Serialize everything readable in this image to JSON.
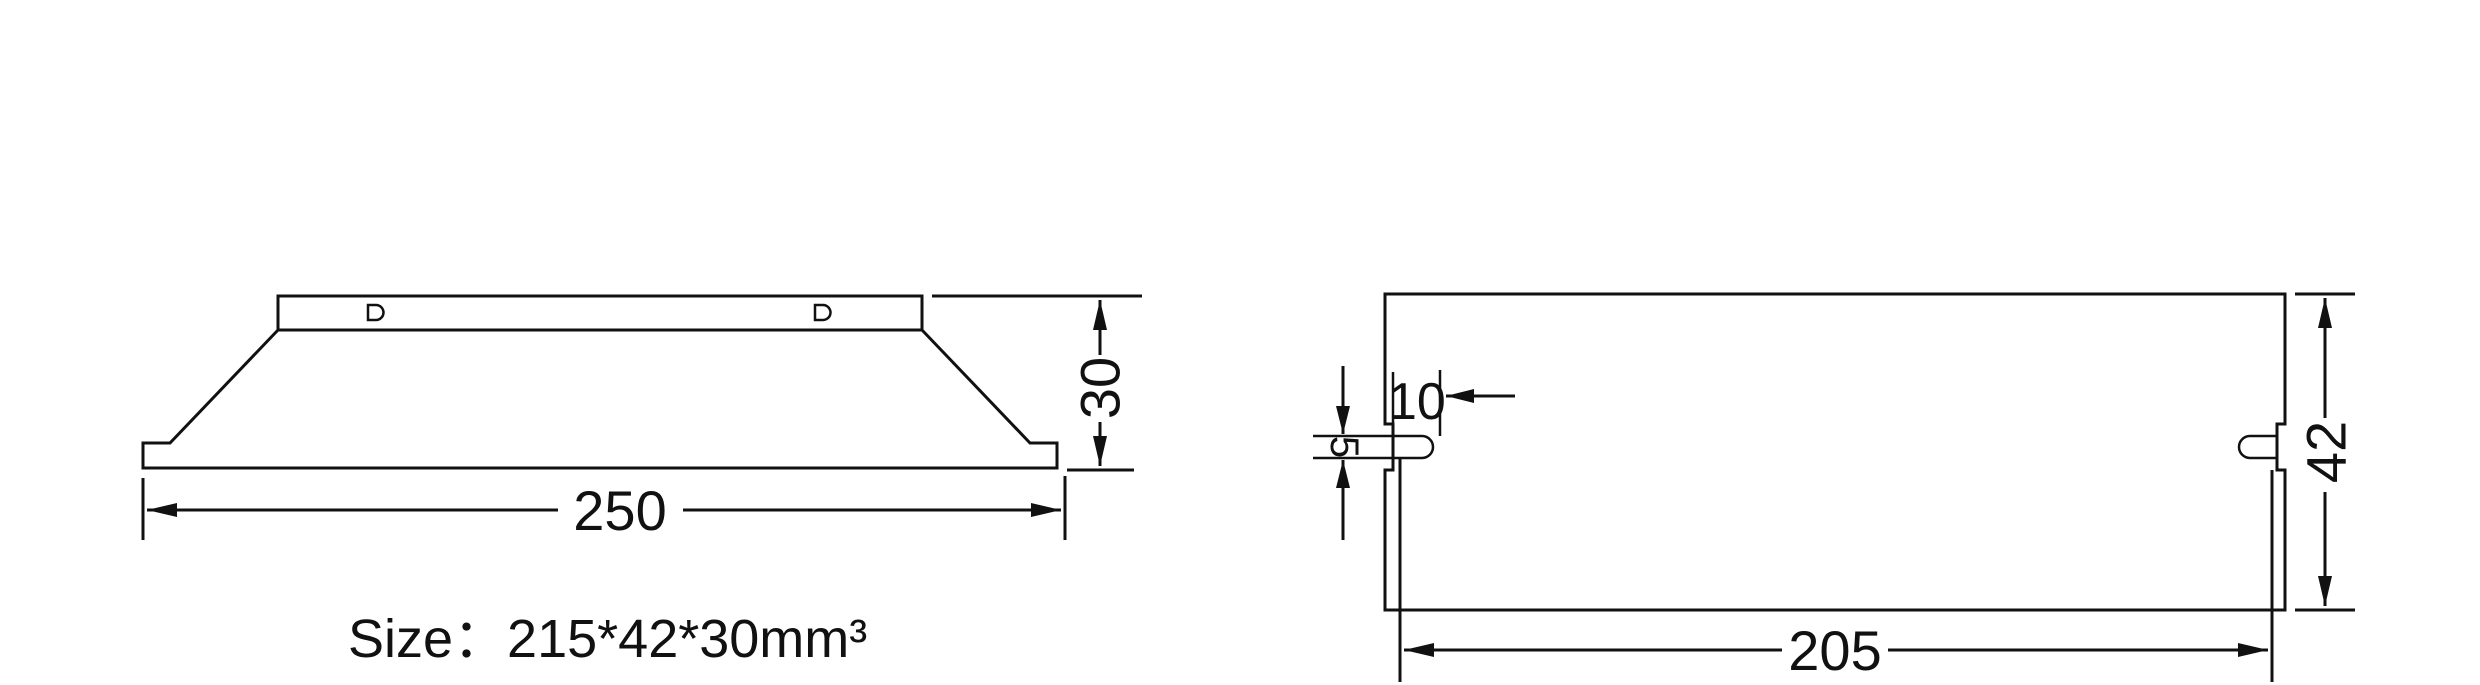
{
  "side_view": {
    "height_label": "30",
    "length_label": "250"
  },
  "top_view": {
    "width_label": "42",
    "slot_pitch_label": "205",
    "slot_depth_label": "10",
    "slot_width_label": "5"
  },
  "caption": "Size：215*42*30mm³",
  "colors": {
    "line": "#111111",
    "background": "#ffffff"
  }
}
